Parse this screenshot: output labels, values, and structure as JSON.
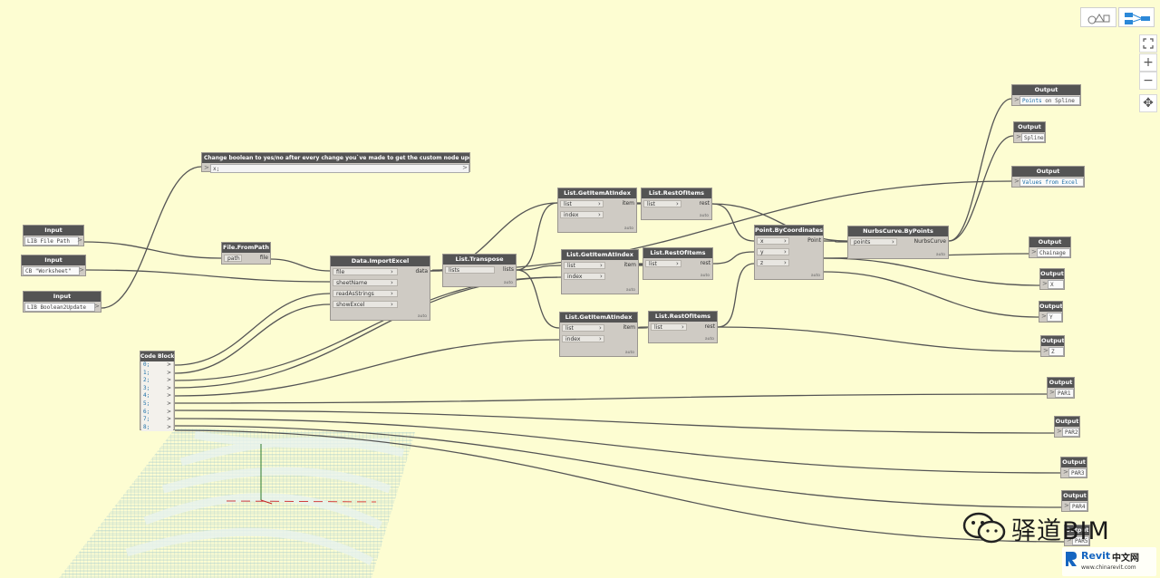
{
  "toolbar": {
    "geometry_view_icon": "shapes-icon",
    "graph_view_icon": "graph-icon"
  },
  "zoom": {
    "fit_icon": "fit-view-icon",
    "zoom_in": "+",
    "zoom_out": "−",
    "pan": "✥"
  },
  "nodes": {
    "note": {
      "title": "Change boolean to yes/no after every change you`ve made to get the custom node update itself;",
      "code": "x;"
    },
    "input1": {
      "title": "Input",
      "value": "LIB File Path"
    },
    "input2": {
      "title": "Input",
      "value": "CB \"Worksheet\""
    },
    "input3": {
      "title": "Input",
      "value": "LIB Boolean2Update"
    },
    "filefrompath": {
      "title": "File.FromPath",
      "in": "path",
      "out": "file"
    },
    "importexcel": {
      "title": "Data.ImportExcel",
      "in1": "file",
      "in2": "sheetName",
      "in3": "readAsStrings",
      "in4": "showExcel",
      "out": "data",
      "lacing": "auto"
    },
    "transpose": {
      "title": "List.Transpose",
      "in": "lists",
      "out": "lists",
      "lacing": "auto"
    },
    "getitem1": {
      "title": "List.GetItemAtIndex",
      "in1": "list",
      "in2": "index",
      "out": "item",
      "lacing": "auto"
    },
    "getitem2": {
      "title": "List.GetItemAtIndex",
      "in1": "list",
      "in2": "index",
      "out": "item",
      "lacing": "auto"
    },
    "getitem3": {
      "title": "List.GetItemAtIndex",
      "in1": "list",
      "in2": "index",
      "out": "item",
      "lacing": "auto"
    },
    "rest1": {
      "title": "List.RestOfItems",
      "in": "list",
      "out": "rest",
      "lacing": "auto"
    },
    "rest2": {
      "title": "List.RestOfItems",
      "in": "list",
      "out": "rest",
      "lacing": "auto"
    },
    "rest3": {
      "title": "List.RestOfItems",
      "in": "list",
      "out": "rest",
      "lacing": "auto"
    },
    "point": {
      "title": "Point.ByCoordinates",
      "in1": "x",
      "in2": "y",
      "in3": "z",
      "out": "Point",
      "lacing": "auto"
    },
    "nurbs": {
      "title": "NurbsCurve.ByPoints",
      "in": "points",
      "out": "NurbsCurve",
      "lacing": "auto"
    },
    "codeblock": {
      "title": "Code Block",
      "lines": [
        "0;",
        "1;",
        "2;",
        "3;",
        "4;",
        "5;",
        "6;",
        "7;",
        "8;"
      ]
    }
  },
  "outputs": [
    {
      "title": "Output",
      "value_a": "Points",
      "value_b": " on Spline"
    },
    {
      "title": "Output",
      "value_a": "",
      "value_b": "Spline"
    },
    {
      "title": "Output",
      "value_a": "Values from Excel",
      "value_b": ""
    },
    {
      "title": "Output",
      "value_a": "",
      "value_b": "Chainage"
    },
    {
      "title": "Output",
      "value_a": "",
      "value_b": "X"
    },
    {
      "title": "Output",
      "value_a": "",
      "value_b": "Y"
    },
    {
      "title": "Output",
      "value_a": "",
      "value_b": "Z"
    },
    {
      "title": "Output",
      "value_a": "",
      "value_b": "PAR1"
    },
    {
      "title": "Output",
      "value_a": "",
      "value_b": "PAR2"
    },
    {
      "title": "Output",
      "value_a": "",
      "value_b": "PAR3"
    },
    {
      "title": "Output",
      "value_a": "",
      "value_b": "PAR4"
    },
    {
      "title": "Output",
      "value_a": "",
      "value_b": "PAR5"
    }
  ],
  "watermark": {
    "wechat": "驿道BIM",
    "brand_en": "Revit",
    "brand_cn": "中文网",
    "url": "www.chinarevit.com"
  }
}
